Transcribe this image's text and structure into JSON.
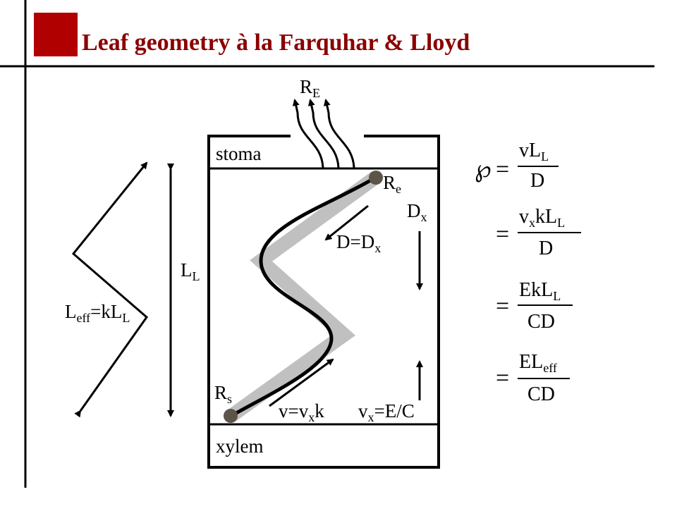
{
  "slide": {
    "title": "Leaf geometry à la Farquhar & Lloyd",
    "accent_color": "#b00000",
    "title_color": "#8b0000"
  },
  "diagram": {
    "box_labels": {
      "top": "stoma",
      "bottom": "xylem"
    },
    "labels": {
      "r_e_upper": {
        "base": "R",
        "sub": "E"
      },
      "r_e_node": {
        "base": "R",
        "sub": "e"
      },
      "r_s_node": {
        "base": "R",
        "sub": "s"
      },
      "d_x": {
        "base": "D",
        "sub": "x"
      },
      "d_eq": {
        "base": "D=D",
        "sub": "x"
      },
      "l_l": {
        "base": "L",
        "sub": "L"
      },
      "l_eff": {
        "p1": "L",
        "s1": "eff",
        "p2": "=kL",
        "s2": "L"
      },
      "v_eq": {
        "p1": "v=v",
        "s1": "x",
        "p2": "k"
      },
      "vx_eq": {
        "p1": "v",
        "s1": "x",
        "p2": "=E/C"
      }
    }
  },
  "equations": {
    "peclet_symbol": "℘",
    "eq1": {
      "num_base": "vL",
      "num_sub": "L",
      "den": "D"
    },
    "eq2": {
      "num_p1": "v",
      "num_s1": "x",
      "num_p2": "kL",
      "num_s2": "L",
      "den": "D"
    },
    "eq3": {
      "num_base": "EkL",
      "num_sub": "L",
      "den": "CD"
    },
    "eq4": {
      "num_base": "EL",
      "num_sub": "eff",
      "den": "CD"
    },
    "equals": "="
  }
}
